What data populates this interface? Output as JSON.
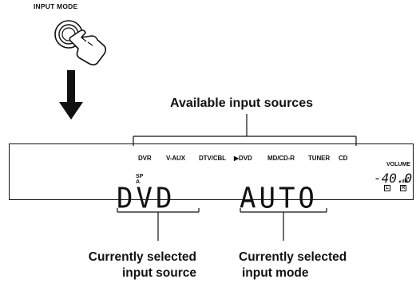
{
  "button": {
    "caption": "INPUT MODE",
    "icon": "finger-pressing-button-icon"
  },
  "arrow": {
    "icon": "down-arrow-icon"
  },
  "available_title": "Available input sources",
  "display": {
    "sources": [
      {
        "label": "DVR"
      },
      {
        "label": "V-AUX"
      },
      {
        "label": "DTV/CBL"
      },
      {
        "label": "▶DVD"
      },
      {
        "label": "MD/CD-R"
      },
      {
        "label": "TUNER"
      },
      {
        "label": "CD"
      }
    ],
    "sp_indicator": "SP",
    "sp_sub": "A",
    "main_source": "DVD",
    "main_mode": "AUTO",
    "volume_label": "VOLUME",
    "volume_value": "-40.0",
    "volume_unit": "dB",
    "left_channel": "L",
    "right_channel": "R"
  },
  "captions": {
    "input_source_line1": "Currently selected",
    "input_source_line2": "input source",
    "input_mode_line1": "Currently selected",
    "input_mode_line2": "input mode"
  }
}
